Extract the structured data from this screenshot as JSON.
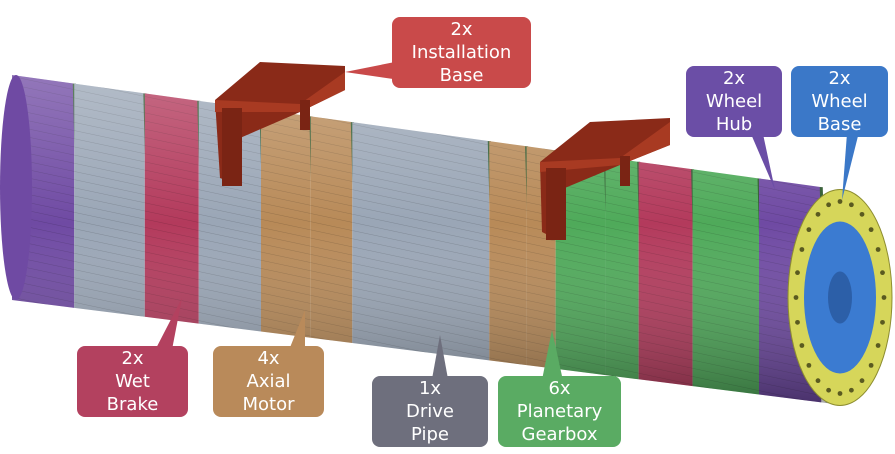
{
  "colors": {
    "wheel_hub": "#6f4aa3",
    "wheel_base": "#3b7bd1",
    "brake": "#b33a5c",
    "motor": "#b88a58",
    "pipe": "#9aa6b6",
    "gearbox": "#4faa5a",
    "installation_base": "#a83a2a",
    "flange": "#d6d65a",
    "ring": "#2f5a2f"
  },
  "labels": {
    "installation_base": {
      "count": "2x",
      "line1": "Installation",
      "line2": "Base",
      "color": "#c94a4a"
    },
    "wheel_hub": {
      "count": "2x",
      "line1": "Wheel",
      "line2": "Hub",
      "color": "#6b4ea6"
    },
    "wheel_base": {
      "count": "2x",
      "line1": "Wheel",
      "line2": "Base",
      "color": "#3b78c8"
    },
    "wet_brake": {
      "count": "2x",
      "line1": "Wet",
      "line2": "Brake",
      "color": "#b3415f"
    },
    "axial_motor": {
      "count": "4x",
      "line1": "Axial",
      "line2": "Motor",
      "color": "#b98a5a"
    },
    "drive_pipe": {
      "count": "1x",
      "line1": "Drive",
      "line2": "Pipe",
      "color": "#6e6f7d"
    },
    "planetary_gearbox": {
      "count": "6x",
      "line1": "Planetary",
      "line2": "Gearbox",
      "color": "#5aab63"
    }
  }
}
